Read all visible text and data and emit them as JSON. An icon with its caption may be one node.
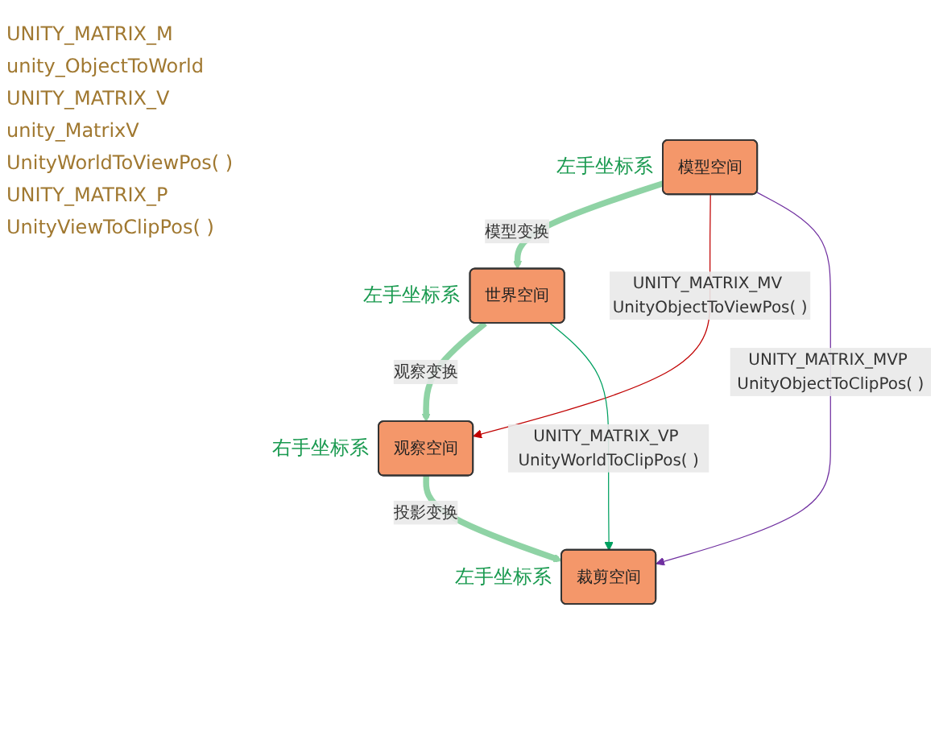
{
  "diagram": {
    "nodes": [
      {
        "text": [
          "模型空间"
        ],
        "beside": [
          "左手坐标系"
        ]
      },
      {
        "text": [
          "世界空间"
        ],
        "beside": [
          "左手坐标系"
        ]
      },
      {
        "text": [
          "观察空间"
        ],
        "beside": [
          "右手坐标系"
        ]
      },
      {
        "text": [
          "裁剪空间"
        ],
        "beside": [
          "左手坐标系"
        ]
      }
    ],
    "edges": [
      {
        "from": 0,
        "to": 1,
        "arrow": "to",
        "label": "模型变换",
        "style": "thick",
        "color": "#8fd3a5"
      },
      {
        "from": 1,
        "to": 2,
        "arrow": "to",
        "label": "观察变换",
        "style": "thick",
        "color": "#8fd3a5"
      },
      {
        "from": 2,
        "to": 3,
        "arrow": "to",
        "label": "投影变换",
        "style": "thick",
        "color": "#8fd3a5"
      },
      {
        "from": 0,
        "to": 2,
        "arrow": "to",
        "label": "UNITY_MATRIX_MV UnityObjectToViewPos( )",
        "color": "#c00000"
      },
      {
        "from": 0,
        "to": 3,
        "arrow": "to",
        "label": "UNITY_MATRIX_MVP UnityObjectToClipPos( )",
        "color": "#7030a0"
      },
      {
        "from": 1,
        "to": 3,
        "arrow": "to",
        "label": "UNITY_MATRIX_VP UnityWorldToClipPos( )",
        "color": "#00a060"
      }
    ],
    "labels": [
      "UNITY_MATRIX_M",
      "unity_ObjectToWorld",
      "UNITY_MATRIX_V",
      "unity_MatrixV",
      "UnityWorldToViewPos( )",
      "UNITY_MATRIX_P",
      "UnityViewToClipPos( )"
    ]
  }
}
